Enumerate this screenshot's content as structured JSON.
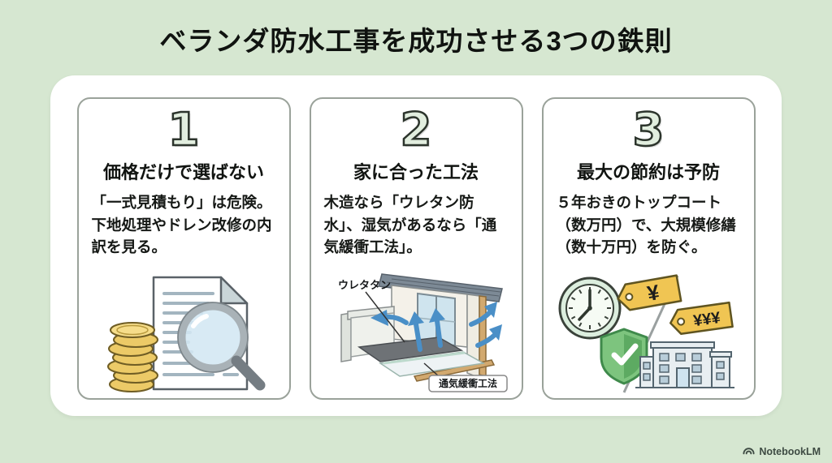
{
  "title": "ベランダ防水工事を成功させる3つの鉄則",
  "theme": {
    "background": "#d6e7d1",
    "panel": "#ffffff",
    "card_border": "#9aa29a",
    "number_fill": "#e2eedf",
    "number_outline": "#2c342c",
    "text": "#161916",
    "arrow_blue": "#4a8fc7",
    "tag_yellow": "#f0c553",
    "shield_green": "#7dc47e",
    "coin_gold": "#ecca67"
  },
  "cards": [
    {
      "number": "1",
      "heading": "価格だけで選ばない",
      "body": "「一式見積もり」は危険。下地処理やドレン改修の内訳を見る。",
      "illustration": "estimate-document-with-magnifier-and-coin-stack"
    },
    {
      "number": "2",
      "heading": "家に合った工法",
      "body": "木造なら「ウレタン防水」、湿気があるなら「通気緩衝工法」。",
      "illustration": "balcony-waterproofing-cross-section",
      "labels": {
        "urethane": "ウレタタン",
        "vent_method": "通気緩衝工法"
      }
    },
    {
      "number": "3",
      "heading": "最大の節約は予防",
      "body": "５年おきのトップコート（数万円）で、大規模修繕（数十万円）を防ぐ。",
      "illustration": "clock-and-shield-versus-building-price-tags",
      "labels": {
        "small_cost_tag": "¥",
        "large_cost_tag": "¥¥¥"
      }
    }
  ],
  "footer": {
    "brand": "NotebookLM"
  }
}
